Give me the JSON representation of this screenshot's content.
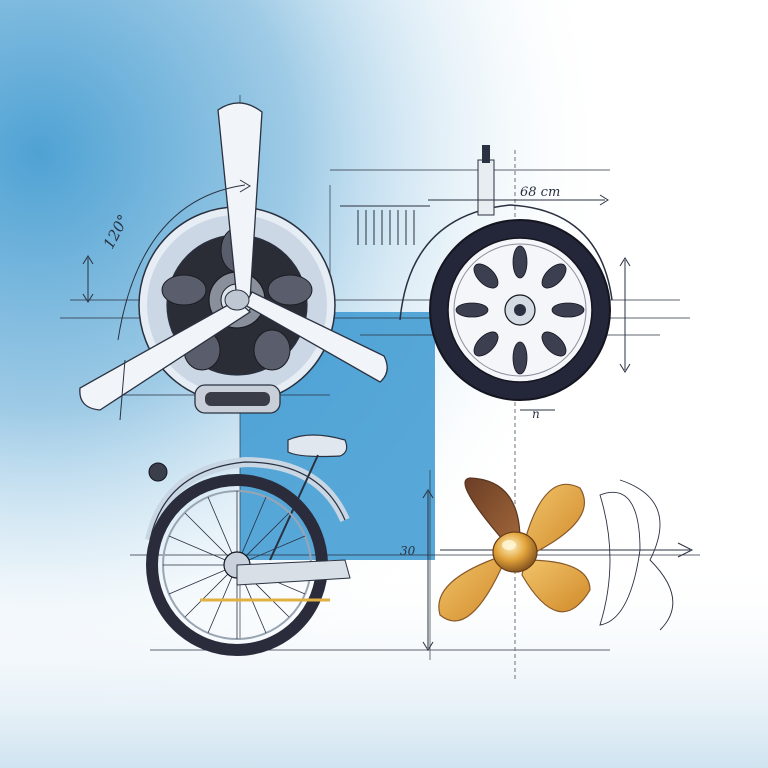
{
  "illustration": {
    "angle_label": "120°",
    "width_label": "68 cm",
    "offset_label": "n",
    "height_label": "30"
  },
  "colors": {
    "sky_blue": "#5aa9d6",
    "panel_blue": "#4aa3d8",
    "ink": "#2a3140",
    "metal": "#c9d6e4",
    "tire": "#24263a",
    "propeller_amber": "#e0a640",
    "propeller_brown": "#7a4a2c"
  },
  "objects": [
    "aircraft-engine",
    "car-wheel",
    "bicycle-wheel",
    "boat-propeller"
  ]
}
